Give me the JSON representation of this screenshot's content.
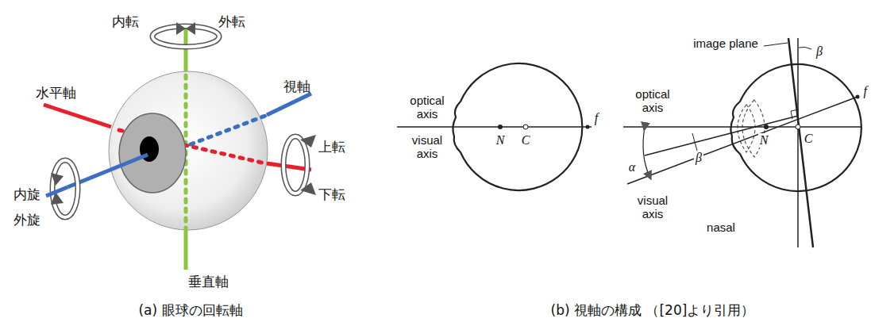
{
  "diagram": {
    "labels": [
      "内転",
      "外転",
      "視軸",
      "水平軸",
      "上転",
      "内旋",
      "下転",
      "外旋",
      "垂直軸",
      "(a) 眼球の回転軸",
      "optical axis",
      "visual axis",
      "N",
      "C",
      "f",
      "image plane",
      "β",
      "optical axis",
      "α",
      "β",
      "visual axis",
      "N",
      "C",
      "f",
      "nasal",
      "(b) 視軸の構成 （[20]より引用）"
    ]
  }
}
